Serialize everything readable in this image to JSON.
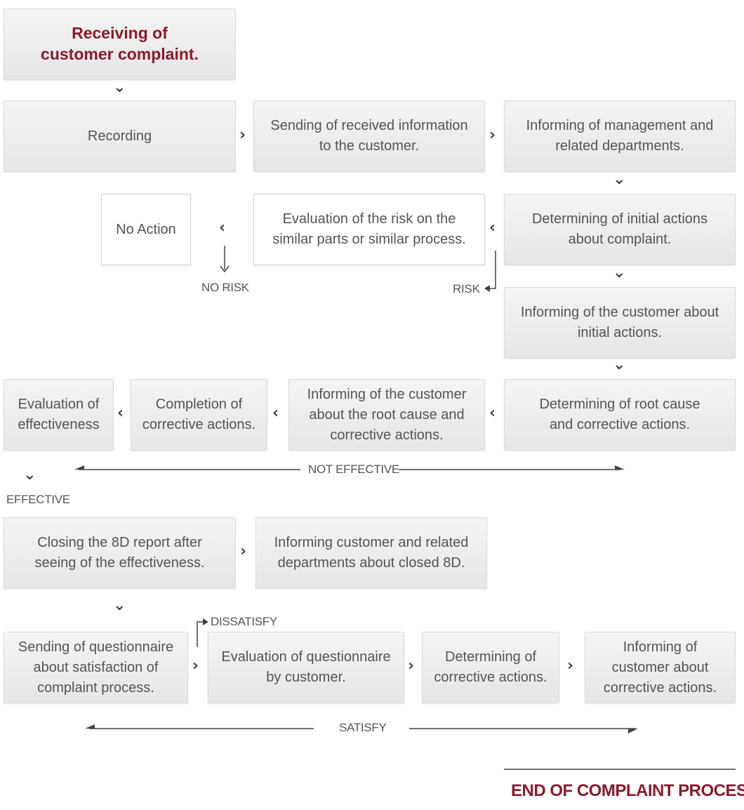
{
  "nodes": {
    "receiving": "Receiving of\ncustomer complaint.",
    "recording": "Recording",
    "sending_info": "Sending of received information\nto the customer.",
    "informing_mgmt": "Informing of management and\nrelated departments.",
    "no_action": "No Action",
    "evaluation_risk": "Evaluation of the risk on the\nsimilar parts or similar process.",
    "initial_actions": "Determining of initial actions\nabout complaint.",
    "informing_initial": "Informing of the customer about\ninitial actions.",
    "evaluation_effectiveness": "Evaluation of\neffectiveness",
    "completion_corrective": "Completion of\ncorrective actions.",
    "informing_root_cause": "Informing of  the customer\nabout the root cause and\ncorrective actions.",
    "root_cause": "Determining of root cause\nand corrective actions.",
    "closing_8d": "Closing the 8D report after\nseeing of the effectiveness.",
    "informing_closed": "Informing customer and related\ndepartments about closed 8D.",
    "sending_questionnaire": "Sending of questionnaire\nabout satisfaction of\ncomplaint process.",
    "evaluation_questionnaire": "Evaluation of questionnaire\nby customer.",
    "determining_corrective": "Determining of\ncorrective actions.",
    "informing_corrective": "Informing of\ncustomer about\ncorrective actions."
  },
  "labels": {
    "no_risk": "NO RISK",
    "risk": "RISK",
    "not_effective": "NOT EFFECTIVE",
    "effective": "EFFECTIVE",
    "dissatisfy": "DISSATISFY",
    "satisfy": "SATISFY",
    "end": "END OF COMPLAINT  PROCESS"
  },
  "colors": {
    "accent": "#8b1a2b",
    "text": "#555555",
    "box": "#eeeeee"
  },
  "icons": {
    "right": "chevron-right-icon",
    "left": "chevron-left-icon",
    "down": "chevron-down-icon"
  }
}
